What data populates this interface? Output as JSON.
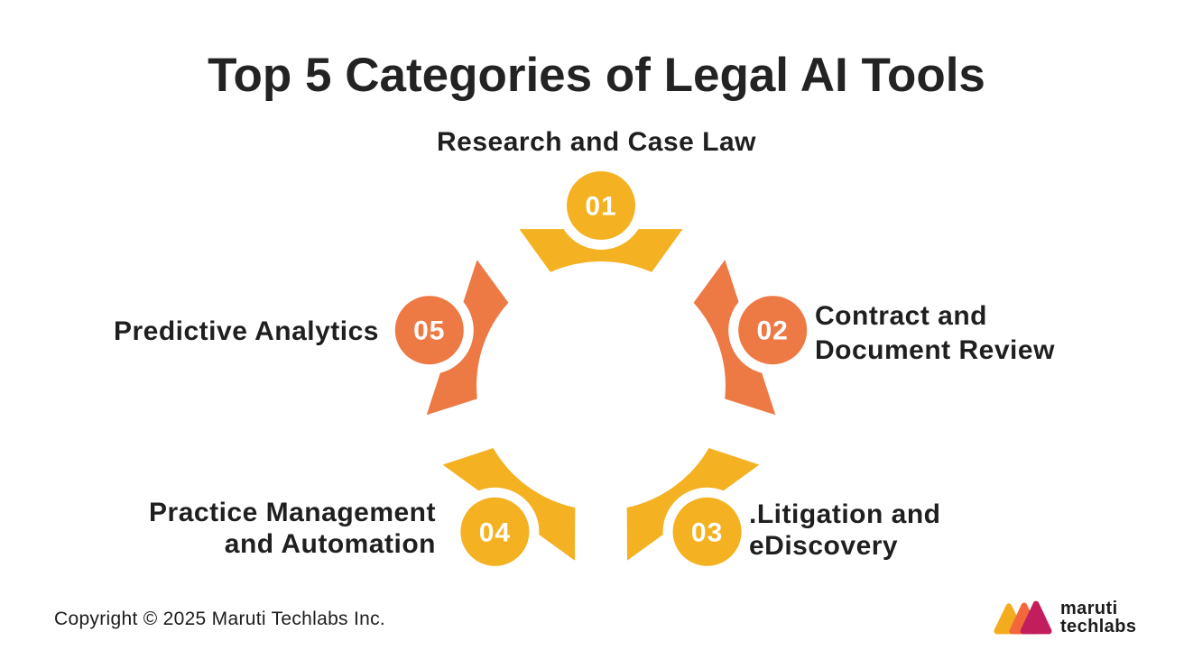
{
  "title": "Top 5 Categories of Legal AI Tools",
  "diagram": {
    "type": "cycle-5-steps",
    "colors": {
      "yellow": "#F4B121",
      "orange": "#ED7945",
      "number_text": "#FFFFFF",
      "label_text": "#1F1F1F"
    },
    "items": [
      {
        "number": "01",
        "color": "#F4B121",
        "label_lines": [
          "Research and Case Law"
        ]
      },
      {
        "number": "02",
        "color": "#ED7945",
        "label_lines": [
          "Contract and",
          "Document Review"
        ]
      },
      {
        "number": "03",
        "color": "#F4B121",
        "label_lines": [
          ".Litigation and",
          "eDiscovery"
        ]
      },
      {
        "number": "04",
        "color": "#F4B121",
        "label_lines": [
          "Practice Management",
          "and Automation"
        ]
      },
      {
        "number": "05",
        "color": "#ED7945",
        "label_lines": [
          "Predictive Analytics"
        ]
      }
    ]
  },
  "footer": {
    "copyright": "Copyright © 2025 Maruti Techlabs Inc.",
    "logo": {
      "line1": "maruti",
      "line2": "techlabs",
      "triangle_colors": [
        "#F4AC1F",
        "#F2673C",
        "#C21E5E"
      ]
    }
  }
}
